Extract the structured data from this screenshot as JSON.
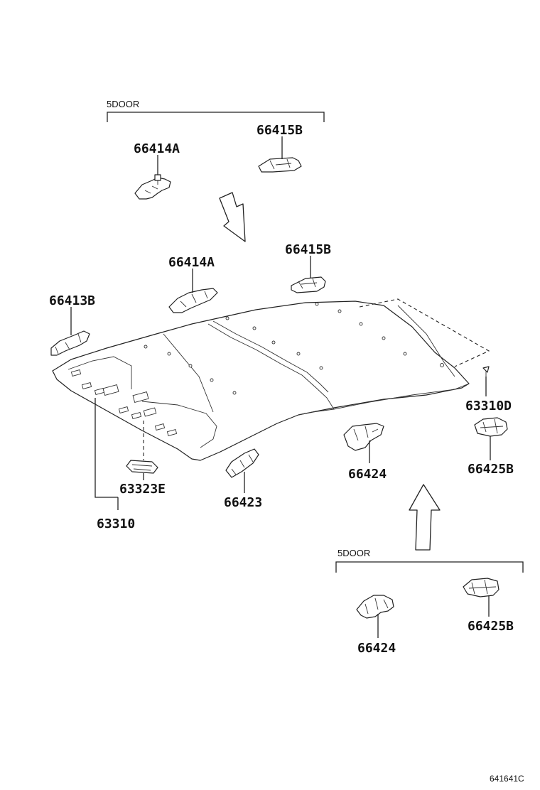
{
  "groups": {
    "top": {
      "label": "5DOOR"
    },
    "bottom": {
      "label": "5DOOR"
    }
  },
  "parts": {
    "p66414A_top": "66414A",
    "p66415B_top": "66415B",
    "p66414A": "66414A",
    "p66415B": "66415B",
    "p66413B": "66413B",
    "p63310D": "63310D",
    "p66425B": "66425B",
    "p66424": "66424",
    "p66423": "66423",
    "p63323E": "63323E",
    "p63310": "63310",
    "p66424_bottom": "66424",
    "p66425B_bottom": "66425B"
  },
  "diagram_code": "641641C"
}
